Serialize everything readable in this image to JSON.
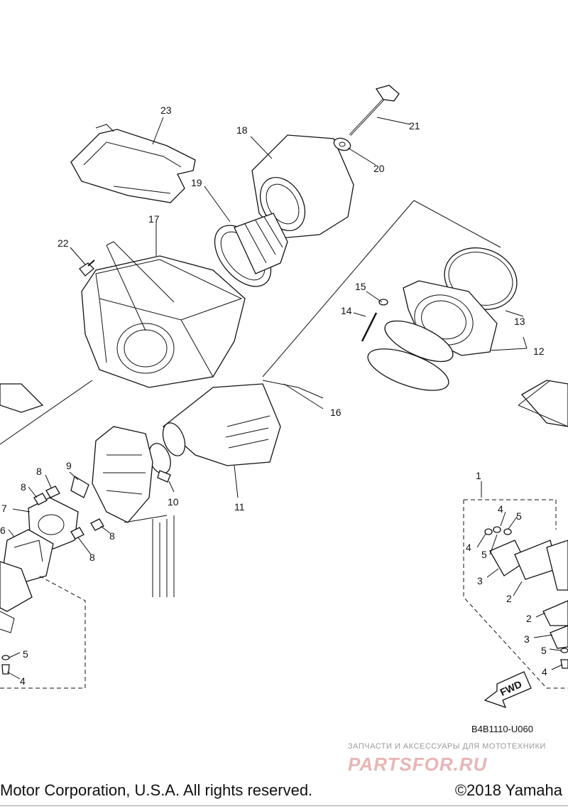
{
  "callouts": [
    {
      "id": "c23",
      "text": "23"
    },
    {
      "id": "c18",
      "text": "18"
    },
    {
      "id": "c21",
      "text": "21"
    },
    {
      "id": "c20",
      "text": "20"
    },
    {
      "id": "c19",
      "text": "19"
    },
    {
      "id": "c17",
      "text": "17"
    },
    {
      "id": "c22",
      "text": "22"
    },
    {
      "id": "c15",
      "text": "15"
    },
    {
      "id": "c14",
      "text": "14"
    },
    {
      "id": "c13",
      "text": "13"
    },
    {
      "id": "c12",
      "text": "12"
    },
    {
      "id": "c16",
      "text": "16"
    },
    {
      "id": "c9",
      "text": "9"
    },
    {
      "id": "c8a",
      "text": "8"
    },
    {
      "id": "c8b",
      "text": "8"
    },
    {
      "id": "c7",
      "text": "7"
    },
    {
      "id": "c6",
      "text": "6"
    },
    {
      "id": "c8c",
      "text": "8"
    },
    {
      "id": "c8d",
      "text": "8"
    },
    {
      "id": "c10",
      "text": "10"
    },
    {
      "id": "c11",
      "text": "11"
    },
    {
      "id": "c1",
      "text": "1"
    },
    {
      "id": "c4a",
      "text": "4"
    },
    {
      "id": "c5a",
      "text": "5"
    },
    {
      "id": "c4b",
      "text": "4"
    },
    {
      "id": "c5b",
      "text": "5"
    },
    {
      "id": "c3a",
      "text": "3"
    },
    {
      "id": "c2a",
      "text": "2"
    },
    {
      "id": "c2b",
      "text": "2"
    },
    {
      "id": "c3b",
      "text": "3"
    },
    {
      "id": "c5c",
      "text": "5"
    },
    {
      "id": "c4c",
      "text": "4"
    },
    {
      "id": "c5d",
      "text": "5"
    },
    {
      "id": "c4d",
      "text": "4"
    }
  ],
  "fwd_label": "FWD",
  "diagram_code": "B4B1110-U060",
  "watermark": {
    "subtitle": "ЗАПЧАСТИ И АКСЕССУАРЫ ДЛЯ МОТОТЕХНИКИ",
    "logo": "PARTSFOR.RU"
  },
  "copyright": {
    "left": "Motor Corporation, U.S.A. All rights reserved.",
    "right": "©2018 Yamaha"
  }
}
